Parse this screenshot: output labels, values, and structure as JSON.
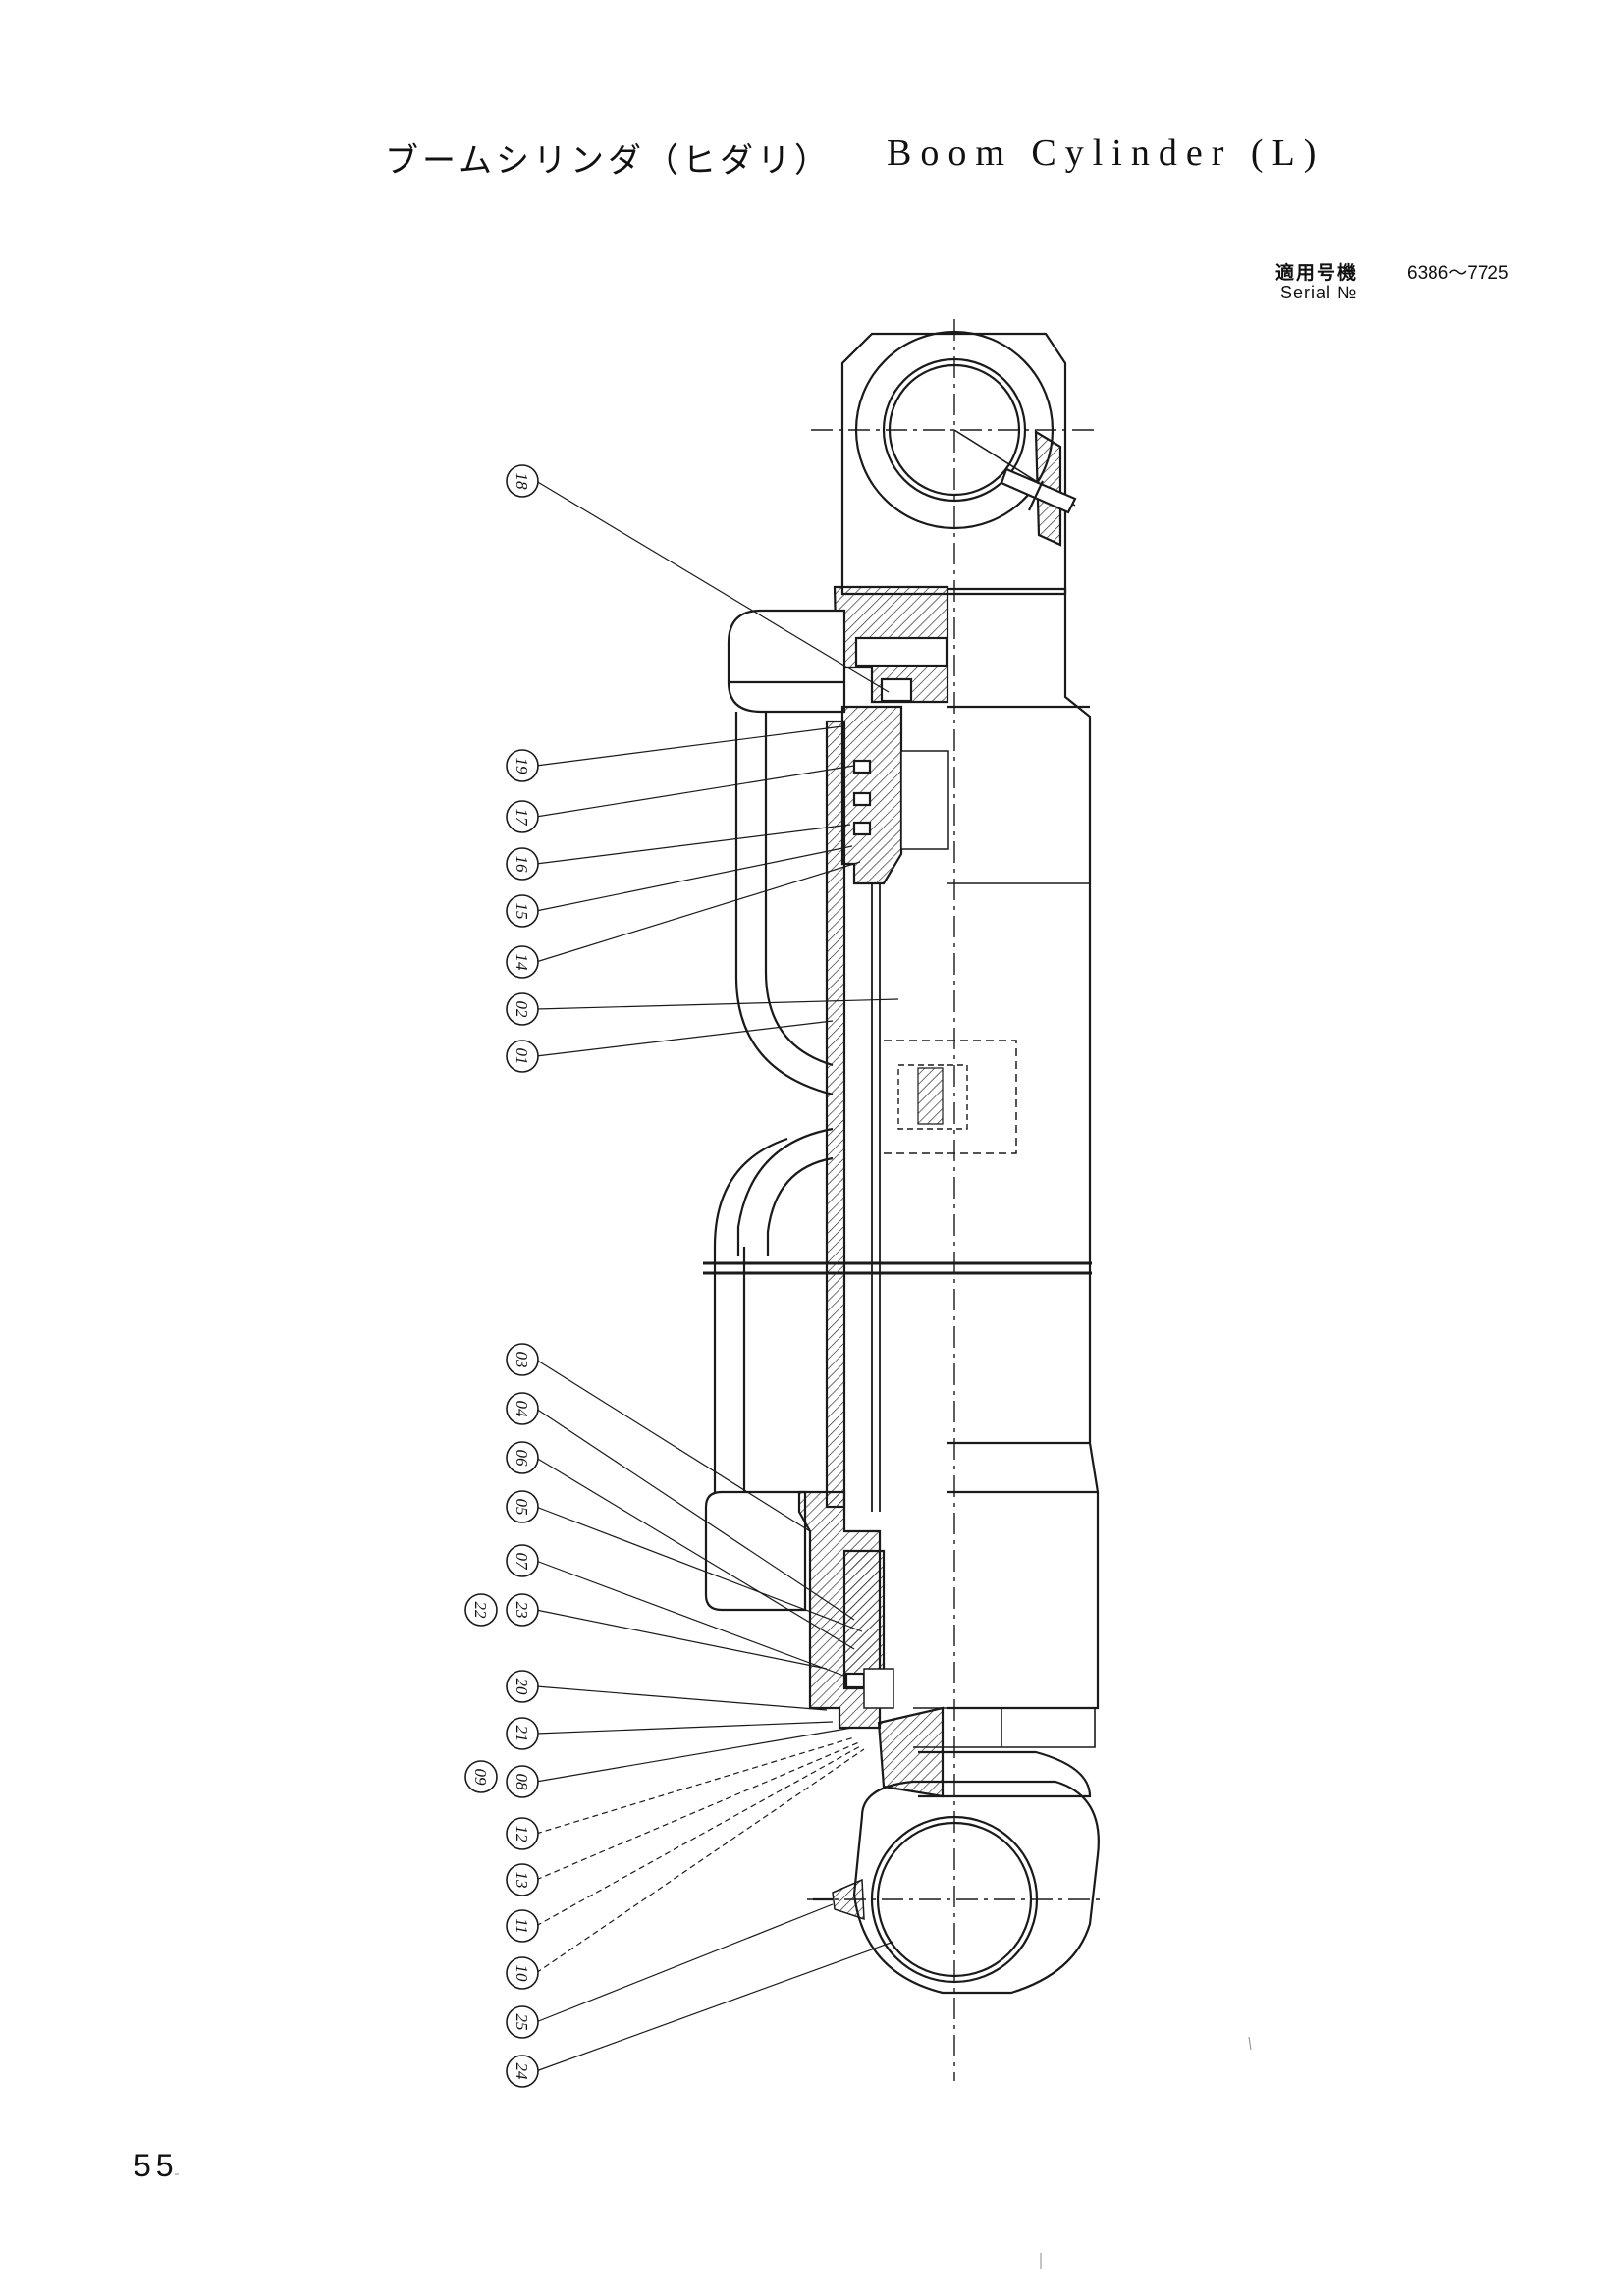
{
  "title": {
    "japanese": "ブームシリンダ（ヒダリ）",
    "english": "Boom Cylinder (L)"
  },
  "serial": {
    "label_japanese": "適用号機",
    "range": "6386〜7725",
    "label_english": "Serial №"
  },
  "page_number": "55",
  "callouts": [
    "18",
    "19",
    "17",
    "16",
    "15",
    "14",
    "02",
    "01",
    "03",
    "04",
    "06",
    "05",
    "07",
    "23",
    "22",
    "20",
    "21",
    "08",
    "09",
    "12",
    "13",
    "11",
    "10",
    "25",
    "24"
  ]
}
